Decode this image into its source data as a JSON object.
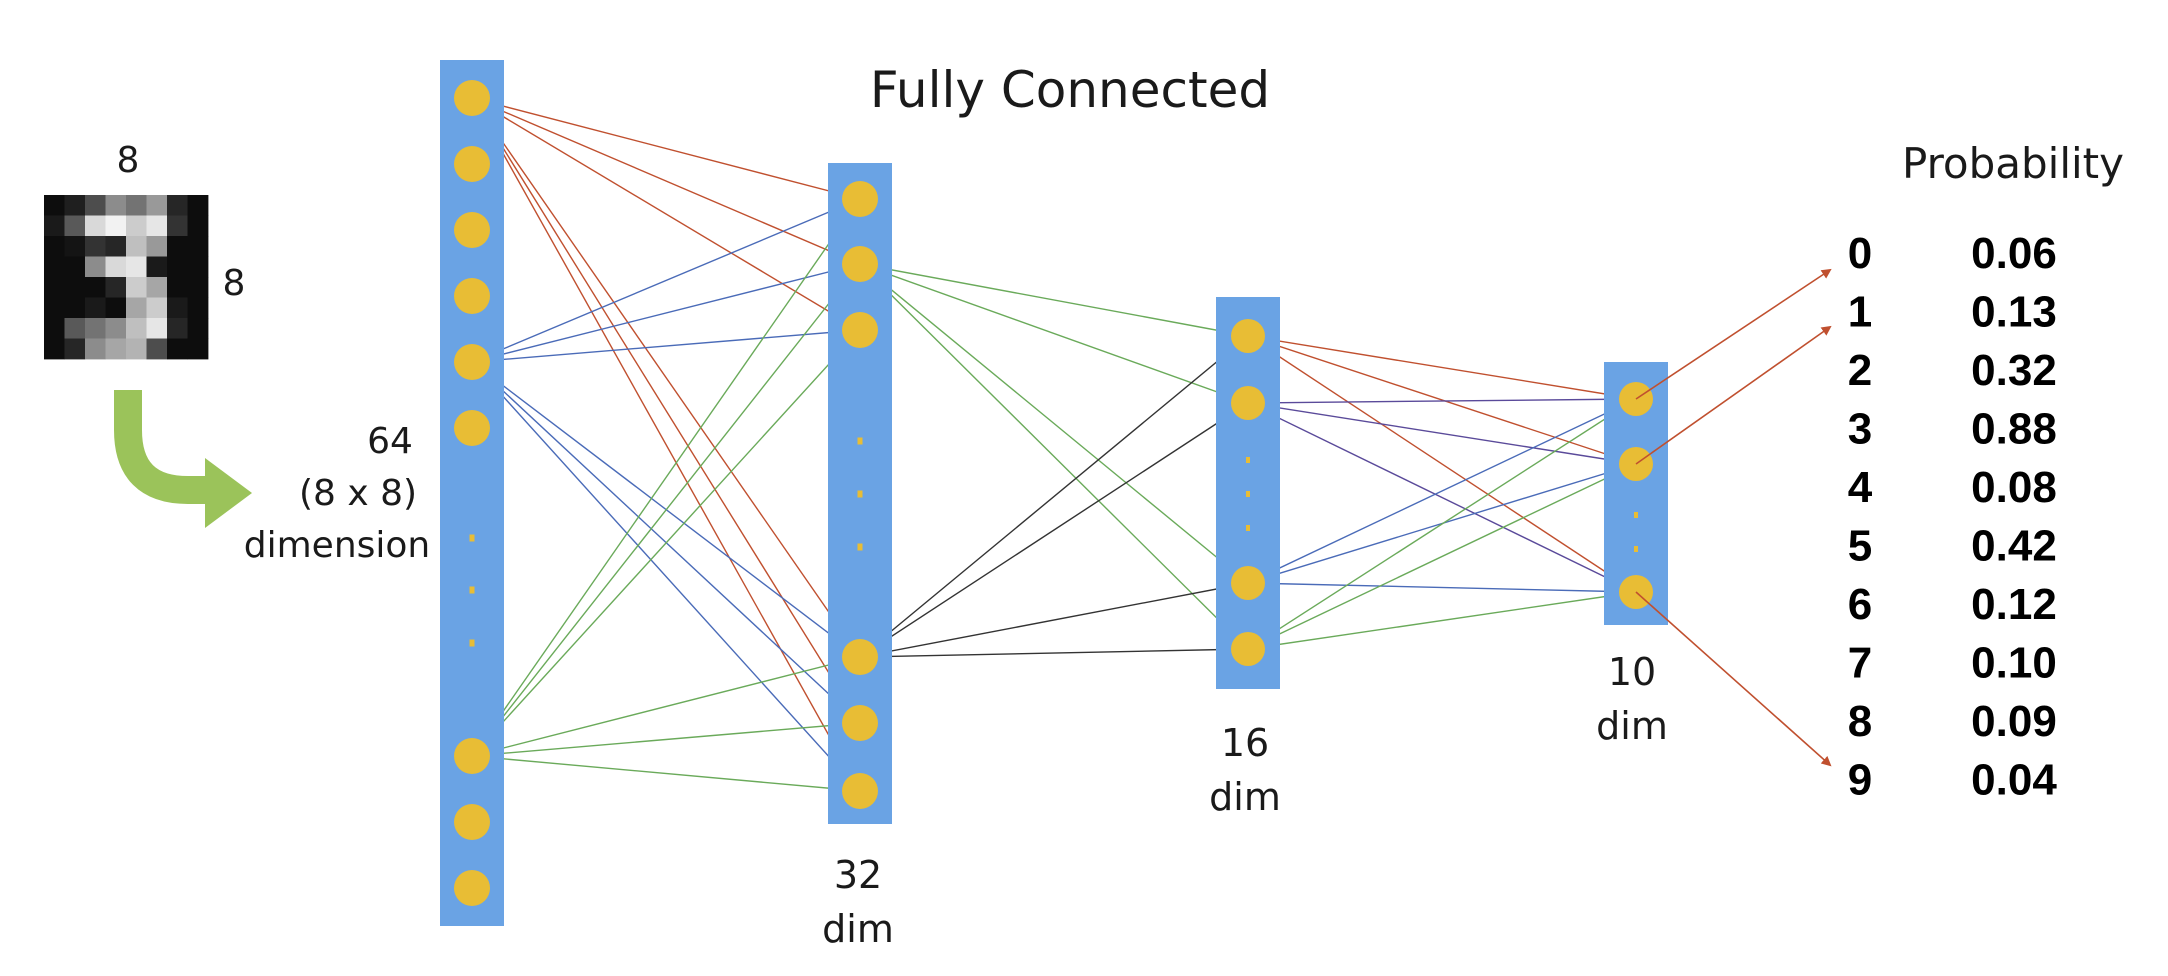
{
  "title": "Fully Connected",
  "input": {
    "width_label": "8",
    "height_label": "8",
    "pixels": [
      [
        0.05,
        0.12,
        0.3,
        0.55,
        0.45,
        0.6,
        0.15,
        0.05
      ],
      [
        0.1,
        0.35,
        0.85,
        0.95,
        0.8,
        0.9,
        0.2,
        0.05
      ],
      [
        0.05,
        0.08,
        0.2,
        0.15,
        0.75,
        0.6,
        0.05,
        0.05
      ],
      [
        0.05,
        0.05,
        0.55,
        0.85,
        0.9,
        0.1,
        0.05,
        0.05
      ],
      [
        0.05,
        0.05,
        0.05,
        0.15,
        0.8,
        0.65,
        0.05,
        0.05
      ],
      [
        0.05,
        0.05,
        0.1,
        0.05,
        0.65,
        0.8,
        0.1,
        0.05
      ],
      [
        0.05,
        0.35,
        0.45,
        0.55,
        0.75,
        0.9,
        0.15,
        0.05
      ],
      [
        0.05,
        0.15,
        0.55,
        0.65,
        0.7,
        0.3,
        0.05,
        0.05
      ]
    ]
  },
  "input_layer_label": {
    "line1": "64",
    "line2": "(8 x 8)",
    "line3": "dimension"
  },
  "layers": [
    {
      "id": "L1",
      "label_line1": "",
      "label_line2": ""
    },
    {
      "id": "L2",
      "label_line1": "32",
      "label_line2": "dim"
    },
    {
      "id": "L3",
      "label_line1": "16",
      "label_line2": "dim"
    },
    {
      "id": "L4",
      "label_line1": "10",
      "label_line2": "dim"
    }
  ],
  "probability_header": "Probability",
  "outputs": [
    {
      "digit": "0",
      "prob": "0.06"
    },
    {
      "digit": "1",
      "prob": "0.13"
    },
    {
      "digit": "2",
      "prob": "0.32"
    },
    {
      "digit": "3",
      "prob": "0.88"
    },
    {
      "digit": "4",
      "prob": "0.08"
    },
    {
      "digit": "5",
      "prob": "0.42"
    },
    {
      "digit": "6",
      "prob": "0.12"
    },
    {
      "digit": "7",
      "prob": "0.10"
    },
    {
      "digit": "8",
      "prob": "0.09"
    },
    {
      "digit": "9",
      "prob": "0.04"
    }
  ],
  "colors": {
    "layer_bar": "#6aa3e4",
    "neuron": "#e8bd35",
    "arrow_green": "#9bc35a",
    "edge_red": "#c0502f",
    "edge_blue": "#4a6bb8",
    "edge_green": "#6aaa5a",
    "edge_dark": "#333333",
    "edge_purple": "#5a4a9a"
  }
}
